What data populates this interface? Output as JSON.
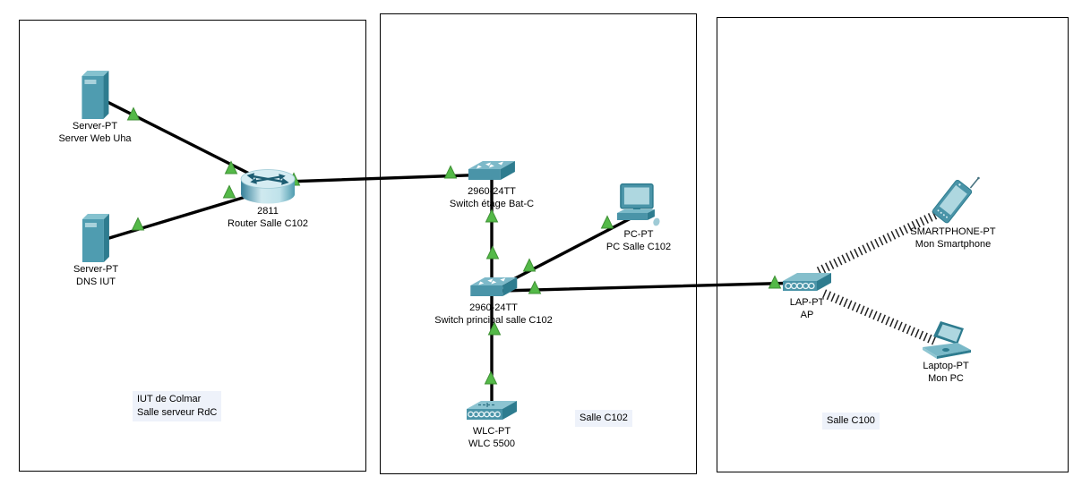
{
  "colors": {
    "status_arrow": "#54b948",
    "status_arrow_border": "#3f9135",
    "cable": "#000000",
    "device_teal": "#4a94a8",
    "note_background": "#eef2fa"
  },
  "notes": {
    "left": {
      "line1": "IUT de Colmar",
      "line2": "Salle serveur RdC"
    },
    "middle": {
      "line1": "Salle C102"
    },
    "right": {
      "line1": "Salle C100"
    }
  },
  "devices": [
    {
      "type": "server",
      "model": "Server-PT",
      "name": "Server Web Uha"
    },
    {
      "type": "server",
      "model": "Server-PT",
      "name": "DNS IUT"
    },
    {
      "type": "router",
      "model": "2811",
      "name": "Router Salle C102"
    },
    {
      "type": "switch",
      "model": "2960-24TT",
      "name": "Switch étage Bat-C"
    },
    {
      "type": "pc",
      "model": "PC-PT",
      "name": "PC Salle C102"
    },
    {
      "type": "switch",
      "model": "2960-24TT",
      "name": "Switch principal salle C102"
    },
    {
      "type": "wlc",
      "model": "WLC-PT",
      "name": "WLC 5500"
    },
    {
      "type": "access-point",
      "model": "LAP-PT",
      "name": "AP"
    },
    {
      "type": "smartphone",
      "model": "SMARTPHONE-PT",
      "name": "Mon Smartphone"
    },
    {
      "type": "laptop",
      "model": "Laptop-PT",
      "name": "Mon PC"
    }
  ],
  "links": [
    {
      "from": "Server Web Uha",
      "to": "Router Salle C102",
      "kind": "wired",
      "status": "up"
    },
    {
      "from": "DNS IUT",
      "to": "Router Salle C102",
      "kind": "wired",
      "status": "up"
    },
    {
      "from": "Router Salle C102",
      "to": "Switch étage Bat-C",
      "kind": "wired",
      "status": "up"
    },
    {
      "from": "Switch étage Bat-C",
      "to": "Switch principal salle C102",
      "kind": "wired",
      "status": "up"
    },
    {
      "from": "Switch principal salle C102",
      "to": "PC Salle C102",
      "kind": "wired",
      "status": "up"
    },
    {
      "from": "Switch principal salle C102",
      "to": "AP",
      "kind": "wired",
      "status": "up"
    },
    {
      "from": "Switch principal salle C102",
      "to": "WLC 5500",
      "kind": "wired",
      "status": "up"
    },
    {
      "from": "AP",
      "to": "Mon Smartphone",
      "kind": "wireless",
      "status": "up"
    },
    {
      "from": "AP",
      "to": "Mon PC",
      "kind": "wireless",
      "status": "up"
    }
  ]
}
